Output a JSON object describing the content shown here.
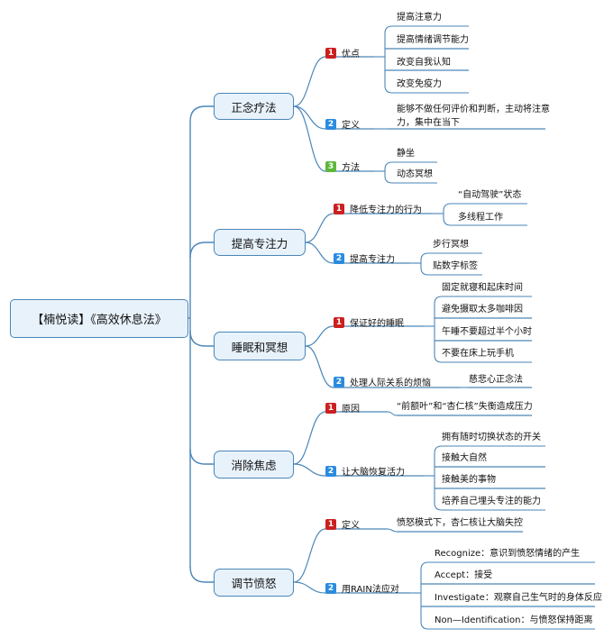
{
  "root": "【楠悦读】《高效休息法》",
  "branches": [
    {
      "label": "正念疗法",
      "subs": [
        {
          "num": "1",
          "label": "优点",
          "leaves": [
            "提高注意力",
            "提高情绪调节能力",
            "改变自我认知",
            "改变免疫力"
          ]
        },
        {
          "num": "2",
          "label": "定义",
          "leaves": [
            "能够不做任何评价和判断，主动将注意",
            "力，集中在当下"
          ]
        },
        {
          "num": "3",
          "label": "方法",
          "leaves": [
            "静坐",
            "动态冥想"
          ]
        }
      ]
    },
    {
      "label": "提高专注力",
      "subs": [
        {
          "num": "1",
          "label": "降低专注力的行为",
          "leaves": [
            "“自动驾驶”状态",
            "多线程工作"
          ]
        },
        {
          "num": "2",
          "label": "提高专注力",
          "leaves": [
            "步行冥想",
            "贴数字标签"
          ]
        }
      ]
    },
    {
      "label": "睡眠和冥想",
      "subs": [
        {
          "num": "1",
          "label": "保证好的睡眠",
          "leaves": [
            "固定就寝和起床时间",
            "避免摄取太多咖啡因",
            "午睡不要超过半个小时",
            "不要在床上玩手机"
          ]
        },
        {
          "num": "2",
          "label": "处理人际关系的烦恼",
          "leaves": [
            "慈悲心正念法"
          ]
        }
      ]
    },
    {
      "label": "消除焦虑",
      "subs": [
        {
          "num": "1",
          "label": "原因",
          "leaves": [
            "“前额叶”和“杏仁核”失衡造成压力"
          ]
        },
        {
          "num": "2",
          "label": "让大脑恢复活力",
          "leaves": [
            "拥有随时切换状态的开关",
            "接触大自然",
            "接触美的事物",
            "培养自己埋头专注的能力"
          ]
        }
      ]
    },
    {
      "label": "调节愤怒",
      "subs": [
        {
          "num": "1",
          "label": "定义",
          "leaves": [
            "愤怒模式下，杏仁核让大脑失控"
          ]
        },
        {
          "num": "2",
          "label": "用RAIN法应对",
          "leaves": [
            "Recognize：意识到愤怒情绪的产生",
            "Accept：接受",
            "Investigate：观察自己生气时的身体反应",
            "Non—Identification：与愤怒保持距离"
          ]
        }
      ]
    }
  ],
  "colors": {
    "line": "#4a86b8",
    "box_fill": "#e8f2fb",
    "badge_1": "#cc1f1f",
    "badge_2": "#2a8be0",
    "badge_3": "#5db83a"
  }
}
